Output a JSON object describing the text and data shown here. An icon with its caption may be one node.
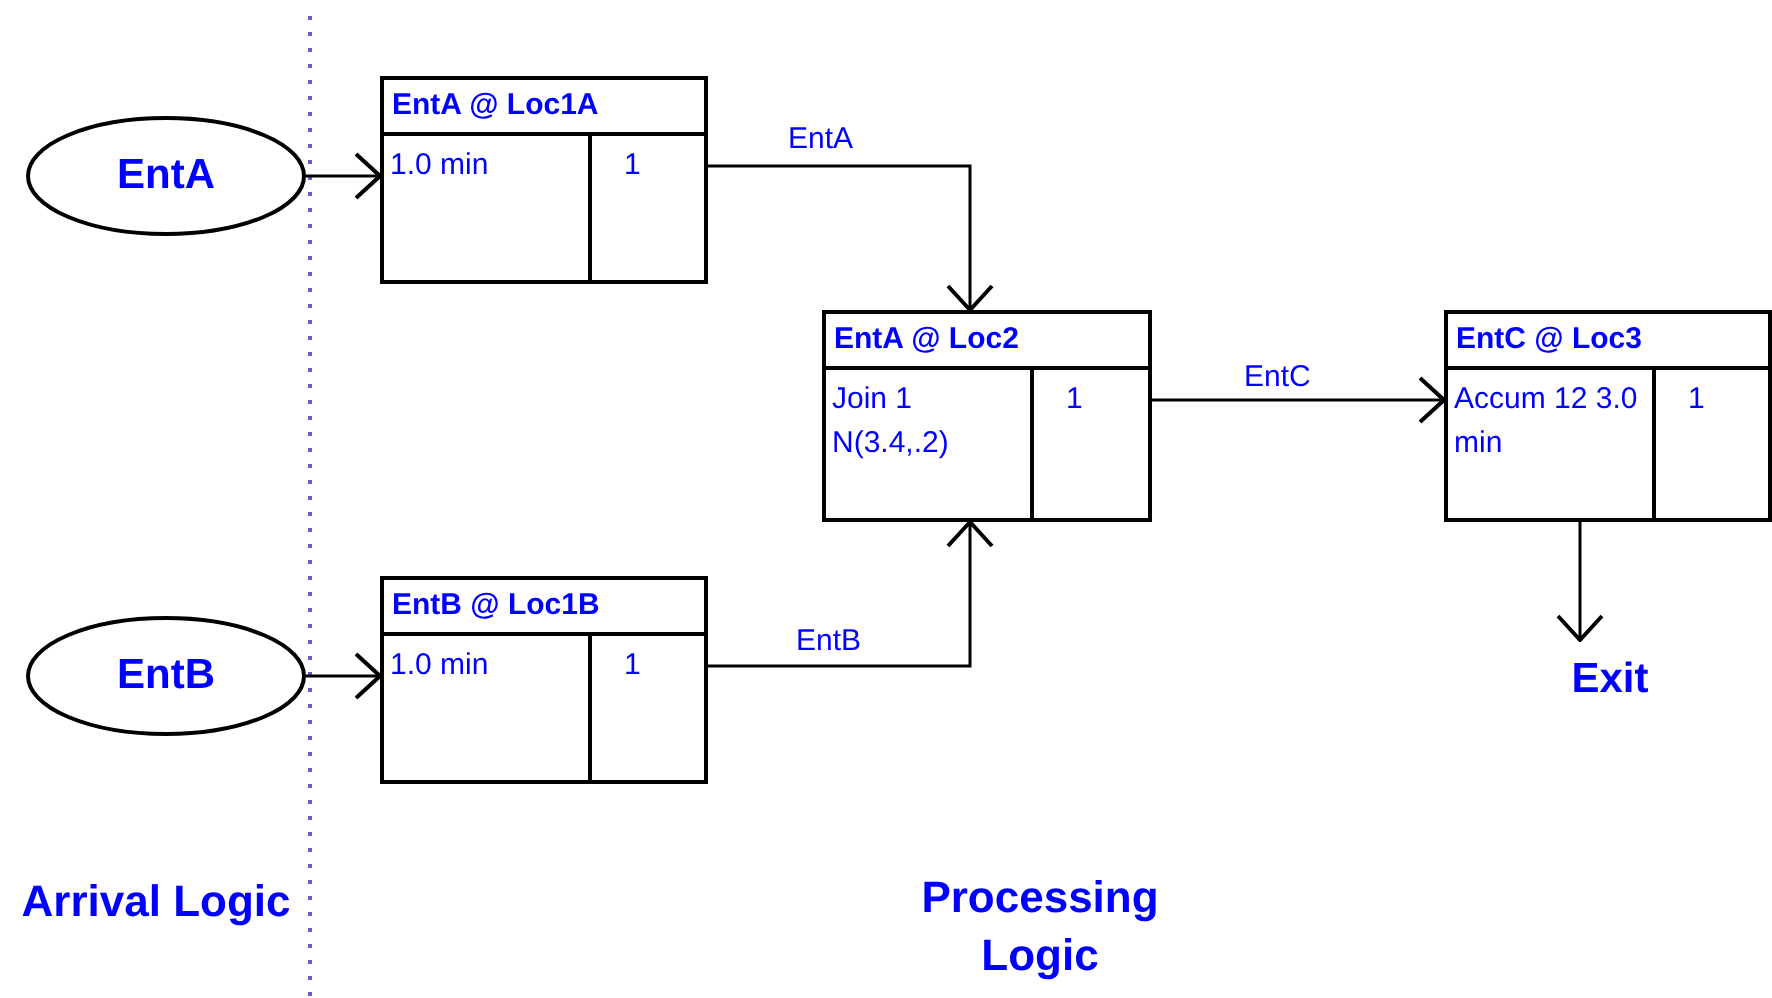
{
  "diagram": {
    "nodes": [
      {
        "text": [
          "EntA"
        ]
      },
      {
        "text": [
          "EntB"
        ]
      },
      {
        "text": [
          "EntA @ Loc1A",
          "1.0 min",
          "1"
        ]
      },
      {
        "text": [
          "EntB @ Loc1B",
          "1.0 min",
          "1"
        ]
      },
      {
        "text": [
          "EntA @ Loc2",
          "Join 1 N(3.4,.2)",
          "1"
        ]
      },
      {
        "text": [
          "EntC @ Loc3",
          "Accum 12 3.0 min",
          "1"
        ]
      },
      {
        "text": [
          "Exit"
        ]
      }
    ],
    "edges": [
      {
        "from": 0,
        "to": 2,
        "arrow": "to"
      },
      {
        "from": 1,
        "to": 3,
        "arrow": "to"
      },
      {
        "from": 2,
        "to": 4,
        "arrow": "to",
        "label": "EntA"
      },
      {
        "from": 3,
        "to": 4,
        "arrow": "to",
        "label": "EntB"
      },
      {
        "from": 4,
        "to": 5,
        "arrow": "to",
        "label": "EntC"
      },
      {
        "from": 5,
        "to": 6,
        "arrow": "to"
      }
    ],
    "labels": [
      "Arrival Logic",
      "Processing Logic"
    ]
  }
}
